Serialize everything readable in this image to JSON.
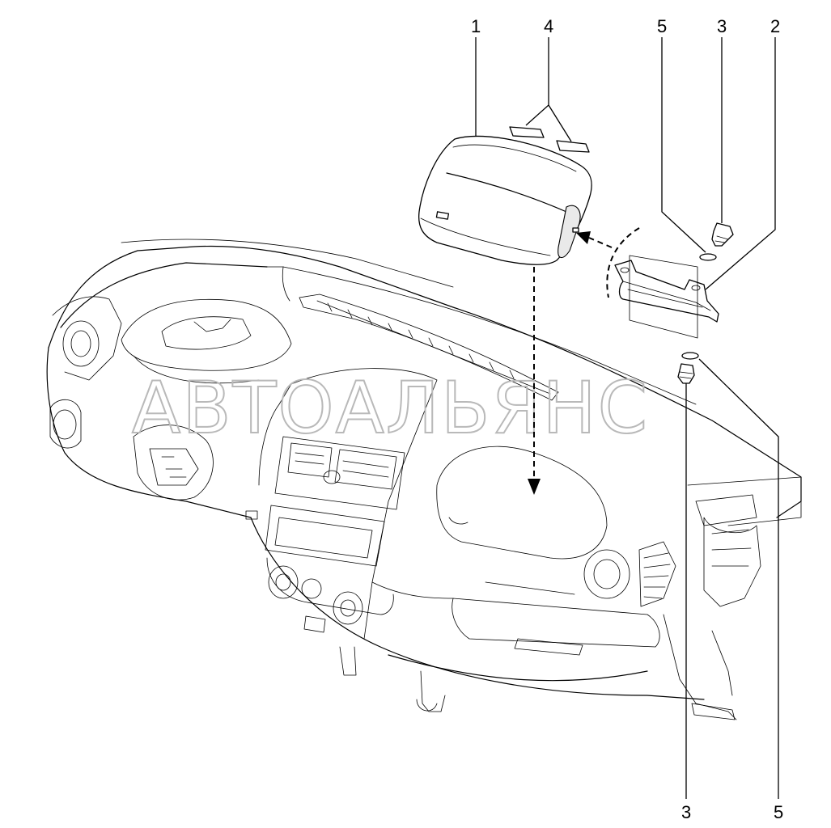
{
  "diagram": {
    "watermark": "АВТОАЛЬЯНС",
    "callouts": [
      {
        "id": "callout-1-top",
        "label": "1"
      },
      {
        "id": "callout-4-top",
        "label": "4"
      },
      {
        "id": "callout-5-top",
        "label": "5"
      },
      {
        "id": "callout-3-top",
        "label": "3"
      },
      {
        "id": "callout-2-top",
        "label": "2"
      },
      {
        "id": "callout-3-bottom",
        "label": "3"
      },
      {
        "id": "callout-5-bottom",
        "label": "5"
      }
    ]
  }
}
